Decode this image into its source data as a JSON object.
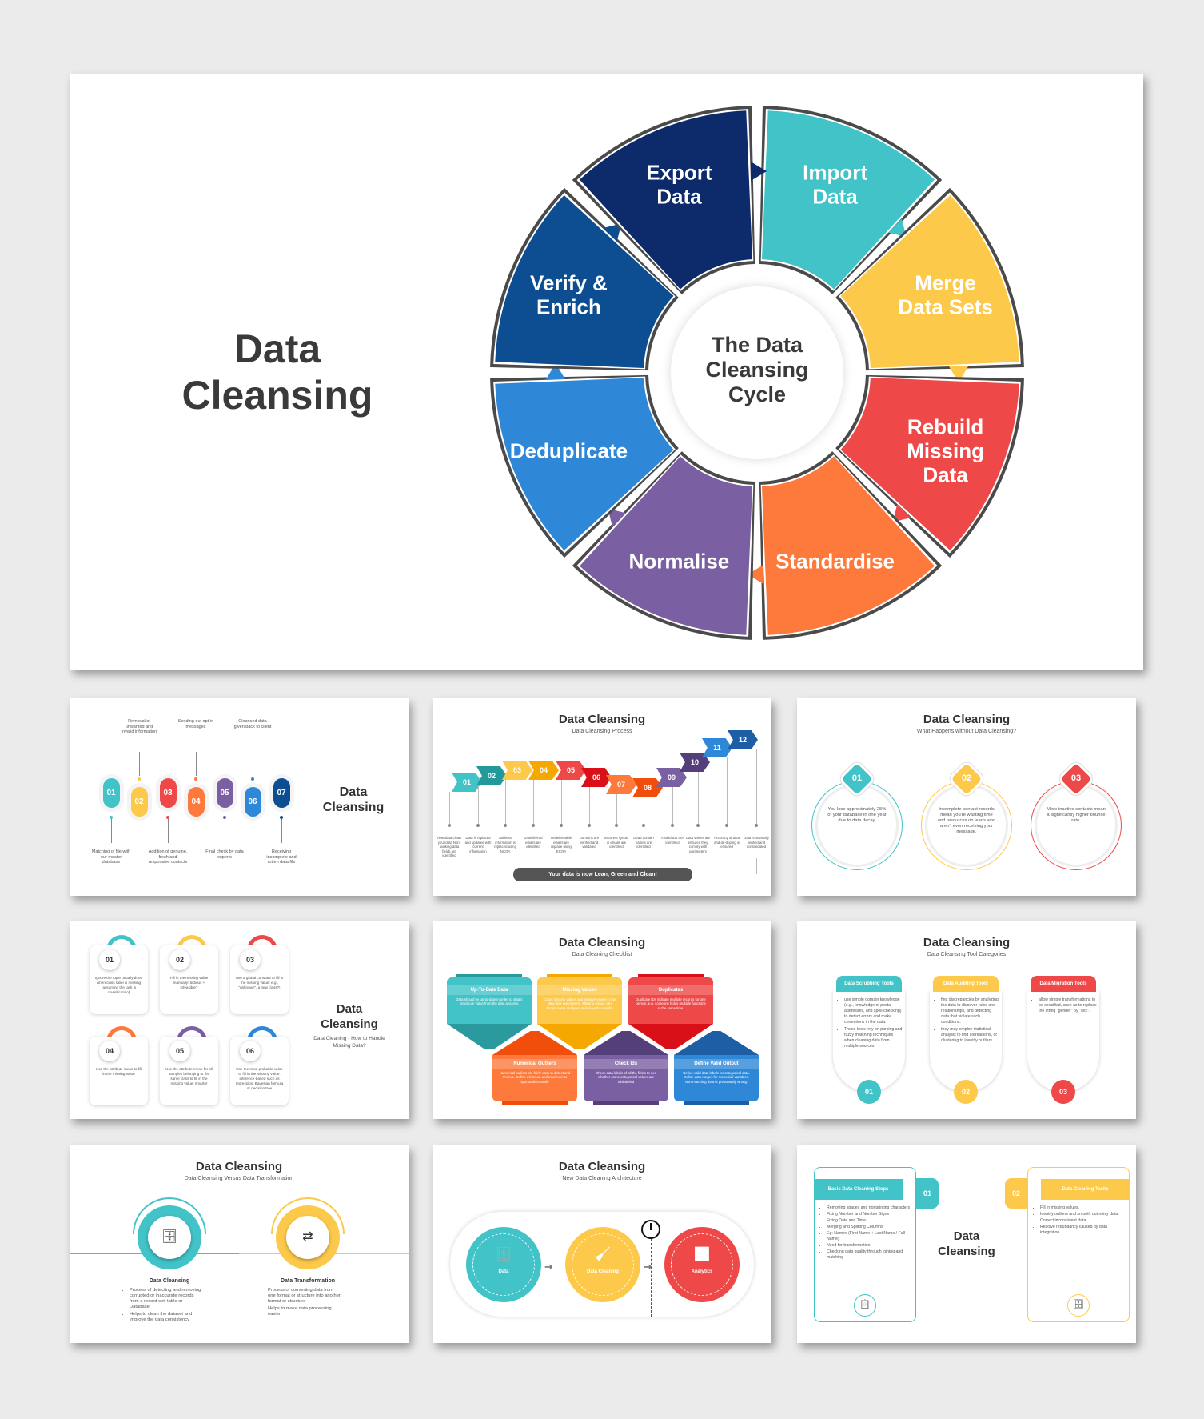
{
  "colors": {
    "teal": "#41c3c8",
    "yellow": "#fdc94a",
    "red": "#ef4848",
    "orange": "#fd7a3c",
    "purple": "#7a5fa3",
    "blue": "#2f87d8",
    "navy": "#0c4e91",
    "darknavy": "#0d2a6b",
    "gray": "#4a4a4a"
  },
  "main": {
    "title_line1": "Data",
    "title_line2": "Cleansing",
    "center": [
      "The Data",
      "Cleansing",
      "Cycle"
    ],
    "segments": [
      {
        "label": [
          "Import",
          "Data"
        ],
        "color": "#41c3c8"
      },
      {
        "label": [
          "Merge",
          "Data Sets"
        ],
        "color": "#fdc94a"
      },
      {
        "label": [
          "Rebuild",
          "Missing",
          "Data"
        ],
        "color": "#ef4848"
      },
      {
        "label": [
          "Standardise"
        ],
        "color": "#fd7a3c"
      },
      {
        "label": [
          "Normalise"
        ],
        "color": "#7a5fa3"
      },
      {
        "label": [
          "Deduplicate"
        ],
        "color": "#2f87d8"
      },
      {
        "label": [
          "Verify &",
          "Enrich"
        ],
        "color": "#0c4e91"
      },
      {
        "label": [
          "Export",
          "Data"
        ],
        "color": "#0d2a6b"
      }
    ]
  },
  "s1": {
    "title": "Data Cleansing",
    "items": [
      {
        "num": "01",
        "text": "Matching of file with our master database",
        "color": "#41c3c8"
      },
      {
        "num": "02",
        "text": "Removal of unwanted and invalid information",
        "color": "#fdc94a"
      },
      {
        "num": "03",
        "text": "Addition of genuine, fresh and responsive contacts",
        "color": "#ef4848"
      },
      {
        "num": "04",
        "text": "Sending out opt-in messages",
        "color": "#fd7a3c"
      },
      {
        "num": "05",
        "text": "Final check by data experts",
        "color": "#7a5fa3"
      },
      {
        "num": "06",
        "text": "Cleansed data given back to client",
        "color": "#2f87d8"
      },
      {
        "num": "07",
        "text": "Receiving incomplete and rotten data file",
        "color": "#0c4e91"
      }
    ]
  },
  "s2": {
    "title": "Data Cleansing",
    "subtitle": "Data Cleansing Process",
    "banner": "Your data is now Lean, Green and Clean!",
    "items": [
      {
        "num": "01",
        "text": "How data clean your data Non-working data fields are identified",
        "color": "#41c3c8"
      },
      {
        "num": "02",
        "text": "Data is replaced and updated with current information",
        "color": "#23999b"
      },
      {
        "num": "03",
        "text": "Address information is replaced using NCOA",
        "color": "#fdc94a"
      },
      {
        "num": "04",
        "text": "Undelivered emails are identified",
        "color": "#f5a900"
      },
      {
        "num": "05",
        "text": "Undeliverable emails are replace using ECOA",
        "color": "#ef4848"
      },
      {
        "num": "06",
        "text": "Domains are verified and validated",
        "color": "#d91018"
      },
      {
        "num": "07",
        "text": "Incorrect syntax in emails are identified",
        "color": "#fd7a3c"
      },
      {
        "num": "08",
        "text": "Dead domain names are identified",
        "color": "#f04e0a"
      },
      {
        "num": "09",
        "text": "Invalid IDs are identified",
        "color": "#7a5fa3"
      },
      {
        "num": "10",
        "text": "Data values are ensured they comply with parameters",
        "color": "#553f7a"
      },
      {
        "num": "11",
        "text": "Accuracy of data and de-duping is ensured",
        "color": "#2f87d8"
      },
      {
        "num": "12",
        "text": "Data is manually verified and consolidated",
        "color": "#1d5ea5"
      }
    ]
  },
  "s3": {
    "title": "Data Cleansing",
    "subtitle": "What Happens without Data Cleansing?",
    "items": [
      {
        "num": "01",
        "text": "You lose approximately 25% of your database in one year due to data decay.",
        "color": "#41c3c8"
      },
      {
        "num": "02",
        "text": "Incomplete contact records mean you're wasting time and resources on leads who aren't even receiving your message.",
        "color": "#fdc94a"
      },
      {
        "num": "03",
        "text": "More inactive contacts mean a significantly higher bounce rate.",
        "color": "#ef4848"
      }
    ]
  },
  "s4": {
    "title": "Data Cleansing",
    "subtitle": "Data Cleaning - How to Handle Missing Data?",
    "items": [
      {
        "num": "01",
        "text": "Ignore the tuple usually done when class label is missing (assuming the task is classification)",
        "color": "#41c3c8"
      },
      {
        "num": "02",
        "text": "Fill in the missing value manually: tedious + infeasible?",
        "color": "#fdc94a"
      },
      {
        "num": "03",
        "text": "Use a global constant to fill in the missing value: e.g., \"unknown\", a new class?!",
        "color": "#ef4848"
      },
      {
        "num": "04",
        "text": "Use the attribute mean to fill in the missing value",
        "color": "#fd7a3c"
      },
      {
        "num": "05",
        "text": "Use the attribute mean for all samples belonging to the same class to fill in the missing value: smarter",
        "color": "#7a5fa3"
      },
      {
        "num": "06",
        "text": "Use the most probable value to fill in the missing value: inference-based such as regression, Bayesian formula or decision tree",
        "color": "#2f87d8"
      }
    ]
  },
  "s5": {
    "title": "Data Cleansing",
    "subtitle": "Data Cleaning Checklist",
    "items": [
      {
        "head": "Up-To-Date Data",
        "text": "Data should be up-to-date in order to obtain maximum value from the data analysis.",
        "color": "#41c3c8",
        "dark": "#2a9a9e"
      },
      {
        "head": "Missing Values",
        "text": "Count missing values and analyze where in the data they are missing. Missing values can disrupt some analyses and skew the results.",
        "color": "#fdc94a",
        "dark": "#f5a900"
      },
      {
        "head": "Duplicates",
        "text": "Duplicate IDs indicate multiple records for one person, e.g. someone holds multiple functions at the same time.",
        "color": "#ef4848",
        "dark": "#d91018"
      },
      {
        "head": "Numerical Outliers",
        "text": "Numerical outliers are fairly easy to detect and remove. Define minimum and maximum to spot outliers easily",
        "color": "#fd7a3c",
        "dark": "#f04e0a"
      },
      {
        "head": "Check Ids",
        "text": "Check data labels of all the fields to see whether some categorical values are mislabeled",
        "color": "#7a5fa3",
        "dark": "#553f7a"
      },
      {
        "head": "Define Valid Output",
        "text": "Define valid data labels for categorical data. Define data ranges for numerical variables. Non-matching data is presumably wrong.",
        "color": "#2f87d8",
        "dark": "#1d5ea5"
      }
    ]
  },
  "s6": {
    "title": "Data Cleansing",
    "subtitle": "Data Cleansing Tool Categories",
    "items": [
      {
        "head": "Data Scrubbing Tools",
        "num": "01",
        "color": "#41c3c8",
        "bullets": [
          "use simple domain knowledge (e.g., knowledge of postal addresses, and spell-checking) to detect errors and make corrections in the data.",
          "These tools rely on parsing and fuzzy matching techniques when cleaning data from multiple sources."
        ]
      },
      {
        "head": "Data Auditing Tools",
        "num": "02",
        "color": "#fdc94a",
        "bullets": [
          "find discrepancies by analyzing the data to discover rules and relationships, and detecting data that violate such conditions.",
          "they may employ statistical analysis to find correlations, or clustering to identify outliers."
        ]
      },
      {
        "head": "Data Migration Tools",
        "num": "03",
        "color": "#ef4848",
        "bullets": [
          "allow simple transformations to be specified, such as to replace the string \"gender\" by \"sex\"."
        ]
      }
    ]
  },
  "s7": {
    "title": "Data Cleansing",
    "subtitle": "Data Cleansing Versus Data Transformation",
    "items": [
      {
        "head": "Data Cleansing",
        "icon": "database-broom-icon",
        "color": "#41c3c8",
        "bullets": [
          "Process of detecting and removing corrupted or inaccurate records from a record set, table or Database",
          "Helps to clean the dataset and improve the data consistency"
        ]
      },
      {
        "head": "Data Transformation",
        "icon": "data-transform-icon",
        "color": "#fdc94a",
        "bullets": [
          "Process of converting data from one format or structure into another format or structure",
          "Helps to make data processing easier"
        ]
      }
    ]
  },
  "s8": {
    "title": "Data Cleansing",
    "subtitle": "New Data Cleaning Architecture",
    "items": [
      {
        "label": "Data",
        "icon": "database-icon",
        "color": "#41c3c8"
      },
      {
        "label": "Data Cleaning",
        "icon": "database-broom-icon",
        "color": "#fdc94a"
      },
      {
        "label": "Analytics",
        "icon": "chart-icon",
        "color": "#ef4848"
      }
    ]
  },
  "s9": {
    "title_line1": "Data",
    "title_line2": "Cleansing",
    "cards": [
      {
        "head": "Basic Data Cleaning Steps",
        "num": "01",
        "color": "#41c3c8",
        "bullets": [
          "Removing spaces and nonprinting characters",
          "Fixing Number and Number Signs",
          "Fixing Date and Time",
          "Merging and Splitting Columns",
          "Eg: Names (First Name + Last Name / Full Name)",
          "Need for transformation",
          "Checking data quality through joining and matching"
        ]
      },
      {
        "head": "Data Cleaning Tasks",
        "num": "02",
        "color": "#fdc94a",
        "bullets": [
          "Fill in missing values.",
          "Identify outliers and smooth out noisy data.",
          "Correct inconsistent data.",
          "Resolve redundancy caused by data integration."
        ]
      }
    ]
  }
}
